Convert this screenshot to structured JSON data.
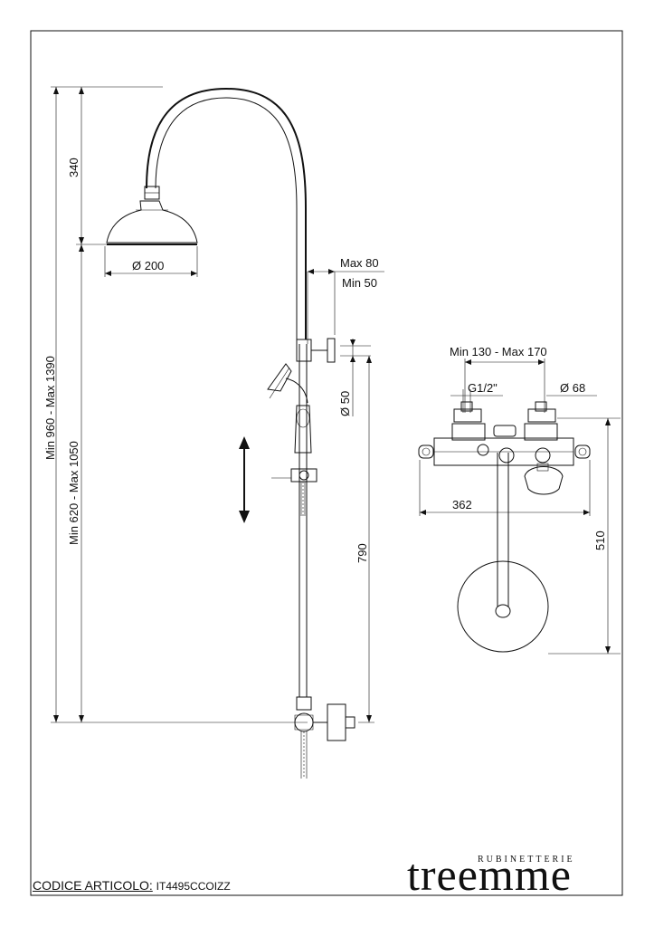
{
  "drawing": {
    "dimensions": {
      "height_head_arm": "340",
      "total_height": "Min 960 - Max 1390",
      "head_height": "Min 620 - Max 1050",
      "head_diameter": "Ø 200",
      "max_offset": "Max 80",
      "min_offset": "Min 50",
      "handshower_diameter": "Ø 50",
      "slide_height": "790",
      "centers": "Min 130 - Max 170",
      "connection": "G1/2\"",
      "outlet_diameter": "Ø 68",
      "mixer_width": "362",
      "plan_height": "510"
    }
  },
  "footer": {
    "article_label": "CODICE ARTICOLO:",
    "article_code": "IT4495CCOIZZ",
    "brand_small": "RUBINETTERIE",
    "brand_name": "treemme"
  }
}
